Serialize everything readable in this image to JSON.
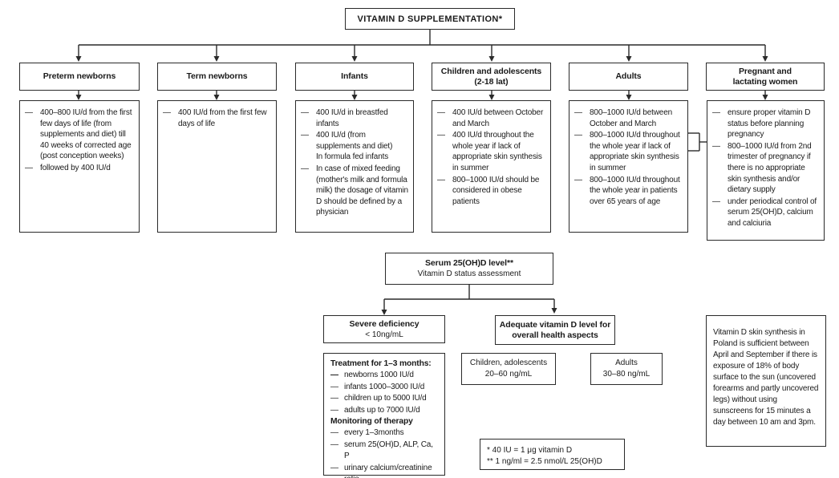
{
  "title": "VITAMIN D SUPPLEMENTATION*",
  "columns": [
    {
      "header": "Preterm newborns",
      "items": [
        "400–800 IU/d from the first few days of life (from supplements and diet) till 40 weeks of corrected age (post conception weeks)",
        "followed by 400 IU/d"
      ]
    },
    {
      "header": "Term newborns",
      "items": [
        "400 IU/d from the first few days of life"
      ]
    },
    {
      "header": "Infants",
      "items": [
        "400 IU/d in breastfed infants",
        "400 IU/d (from supplements and diet)\nIn formula fed infants",
        "In case of mixed feeding (mother's milk and formula milk) the dosage of vitamin D should be defined by a physician"
      ]
    },
    {
      "header": "Children and adolescents\n(2-18 lat)",
      "items": [
        "400 IU/d between October and March",
        "400 IU/d throughout the whole year if lack of appropriate skin synthesis in summer",
        "800–1000 IU/d should be considered in obese patients"
      ]
    },
    {
      "header": "Adults",
      "items": [
        "800–1000 IU/d between October and March",
        "800–1000 IU/d throughout the whole year if lack of appropriate skin synthesis in summer",
        "800–1000 IU/d throughout the whole year in patients over 65 years of age"
      ]
    },
    {
      "header": "Pregnant and\nlactating women",
      "items": [
        "ensure proper vitamin D status before planning pregnancy",
        "800–1000 IU/d from 2nd trimester of pregnancy if there is no appropriate skin synthesis and/or dietary supply",
        "under periodical control of serum 25(OH)D, calcium and calciuria"
      ]
    }
  ],
  "serum": {
    "title": "Serum 25(OH)D level**",
    "subtitle": "Vitamin D status assessment"
  },
  "severe": {
    "title": "Severe deficiency",
    "value": "< 10ng/mL"
  },
  "adequate": {
    "title": "Adequate vitamin D level for\noverall health aspects"
  },
  "treatment": {
    "heading": "Treatment for 1–3 months:",
    "doses": [
      "newborns  1000 IU/d",
      "infants  1000–3000 IU/d",
      "children  up to 5000 IU/d",
      "adults  up to 7000 IU/d"
    ],
    "monitoring_heading": "Monitoring of therapy",
    "monitoring": [
      "every 1–3months",
      "serum 25(OH)D, ALP, Ca, P",
      "urinary calcium/creatinine ratio"
    ]
  },
  "ranges": [
    {
      "label": "Children, adolescents",
      "value": "20–60 ng/mL"
    },
    {
      "label": "Adults",
      "value": "30–80 ng/mL"
    }
  ],
  "skin_note": "Vitamin D skin synthesis in Poland is sufficient between April and September if there is exposure of 18% of body surface to the sun (uncovered forearms and partly uncovered legs) without using sunscreens for 15 minutes a day between 10 am and 3pm.",
  "footnotes": [
    "* 40 IU = 1 μg vitamin D",
    "** 1 ng/ml = 2.5 nmol/L 25(OH)D"
  ]
}
